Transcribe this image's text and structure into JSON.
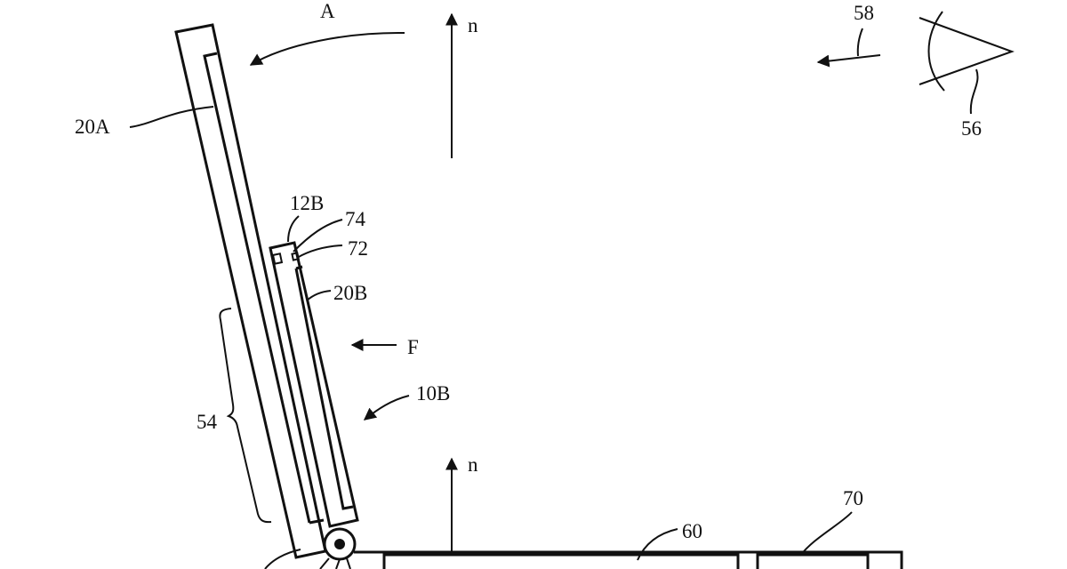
{
  "labels": {
    "A": "A",
    "n_top": "n",
    "n_bottom": "n",
    "l58": "58",
    "l56": "56",
    "l20A": "20A",
    "l12B": "12B",
    "l74": "74",
    "l72": "72",
    "l20B": "20B",
    "F": "F",
    "l10B": "10B",
    "l54": "54",
    "l60": "60",
    "l70": "70"
  },
  "colors": {
    "ink": "#111111",
    "background": "#ffffff"
  }
}
